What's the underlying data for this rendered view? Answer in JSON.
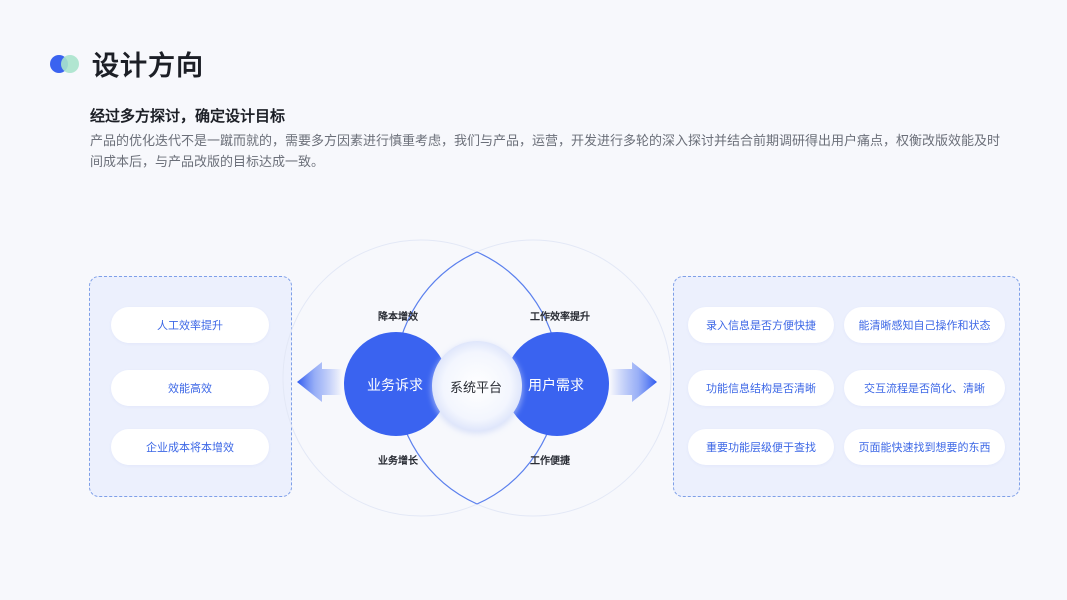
{
  "header": {
    "title": "设计方向",
    "subtitle": "经过多方探讨，确定设计目标",
    "description": "产品的优化迭代不是一蹴而就的，需要多方因素进行慎重考虑，我们与产品，运营，开发进行多轮的深入探讨并结合前期调研得出用户痛点，权衡改版效能及时间成本后，与产品改版的目标达成一致。"
  },
  "diagram": {
    "left_circle": "业务诉求",
    "center": "系统平台",
    "right_circle": "用户需求",
    "labels": {
      "top_left": "降本增效",
      "bottom_left": "业务增长",
      "top_right": "工作效率提升",
      "bottom_right": "工作便捷"
    }
  },
  "left_panel": {
    "items": [
      "人工效率提升",
      "效能高效",
      "企业成本将本增效"
    ]
  },
  "right_panel": {
    "items": [
      "录入信息是否方便快捷",
      "能清晰感知自己操作和状态",
      "功能信息结构是否清晰",
      "交互流程是否简化、清晰",
      "重要功能层级便于查找",
      "页面能快速找到想要的东西"
    ]
  },
  "colors": {
    "primary": "#3a63f0",
    "accent_green": "#a8e3cc",
    "panel_bg": "#ecf0fd",
    "panel_border": "#7e9fe8"
  }
}
